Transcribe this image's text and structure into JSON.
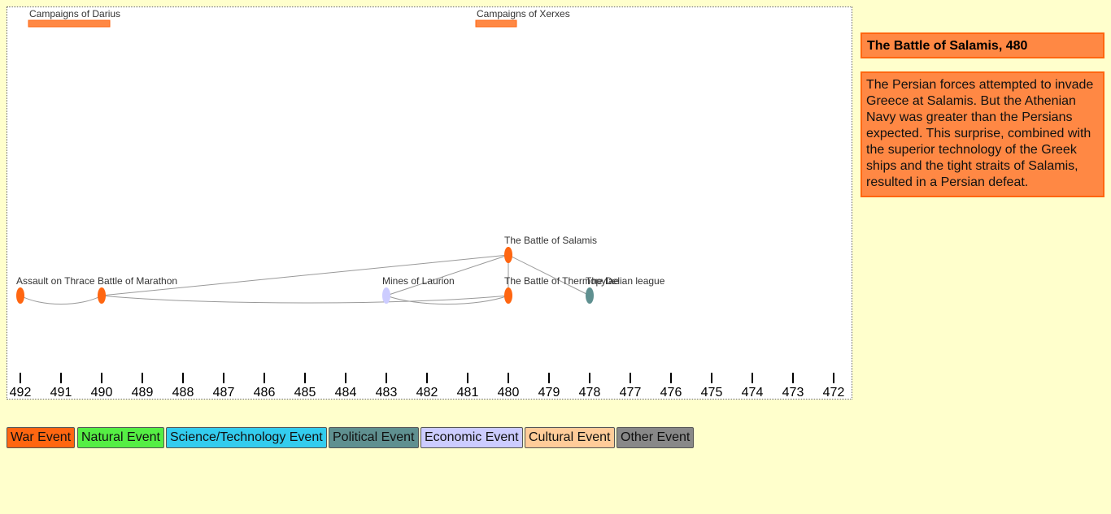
{
  "timeline": {
    "years": [
      492,
      491,
      490,
      489,
      488,
      487,
      486,
      485,
      484,
      483,
      482,
      481,
      480,
      479,
      478,
      477,
      476,
      475,
      474,
      473,
      472
    ],
    "periods": [
      {
        "label": "Campaigns of Darius",
        "start": 491.8,
        "end": 489.8,
        "color": "#ff8844"
      },
      {
        "label": "Campaigns of Xerxes",
        "start": 480.8,
        "end": 479.8,
        "color": "#ff8844"
      }
    ],
    "events": [
      {
        "id": "thrace",
        "label": "Assault on Thrace",
        "year": 492,
        "row": "low",
        "color": "#ff6611"
      },
      {
        "id": "marathon",
        "label": "Battle of Marathon",
        "year": 490,
        "row": "low",
        "color": "#ff6611"
      },
      {
        "id": "laurion",
        "label": "Mines of Laurion",
        "year": 483,
        "row": "low",
        "color": "#ccccff"
      },
      {
        "id": "thermopylae",
        "label": "The Battle of Thermopylae",
        "year": 480,
        "row": "low",
        "color": "#ff6611"
      },
      {
        "id": "salamis",
        "label": "The Battle of Salamis",
        "year": 480,
        "row": "high",
        "color": "#ff6611"
      },
      {
        "id": "delian",
        "label": "The Delian league",
        "year": 478,
        "row": "low",
        "color": "#5f9090"
      }
    ],
    "links": [
      {
        "from": "thrace",
        "to": "marathon",
        "kind": "curve"
      },
      {
        "from": "marathon",
        "to": "thermopylae",
        "kind": "curve"
      },
      {
        "from": "laurion",
        "to": "thermopylae",
        "kind": "curve"
      },
      {
        "from": "marathon",
        "to": "salamis",
        "kind": "line"
      },
      {
        "from": "laurion",
        "to": "salamis",
        "kind": "line"
      },
      {
        "from": "thermopylae",
        "to": "salamis",
        "kind": "line"
      },
      {
        "from": "delian",
        "to": "salamis",
        "kind": "line"
      }
    ]
  },
  "info": {
    "title": "The Battle of Salamis, 480",
    "description": "The Persian forces attempted to invade Greece at Salamis. But the Athenian Navy was greater than the Persians expected. This surprise, combined with the superior technology of the Greek ships and the tight straits of Salamis, resulted in a Persian defeat."
  },
  "legend": [
    {
      "label": "War Event",
      "color": "#ff6611"
    },
    {
      "label": "Natural Event",
      "color": "#55ee44"
    },
    {
      "label": "Science/Technology Event",
      "color": "#33ccee"
    },
    {
      "label": "Political Event",
      "color": "#5f9090"
    },
    {
      "label": "Economic Event",
      "color": "#ccccff"
    },
    {
      "label": "Cultural Event",
      "color": "#ffcc99"
    },
    {
      "label": "Other Event",
      "color": "#888888"
    }
  ]
}
